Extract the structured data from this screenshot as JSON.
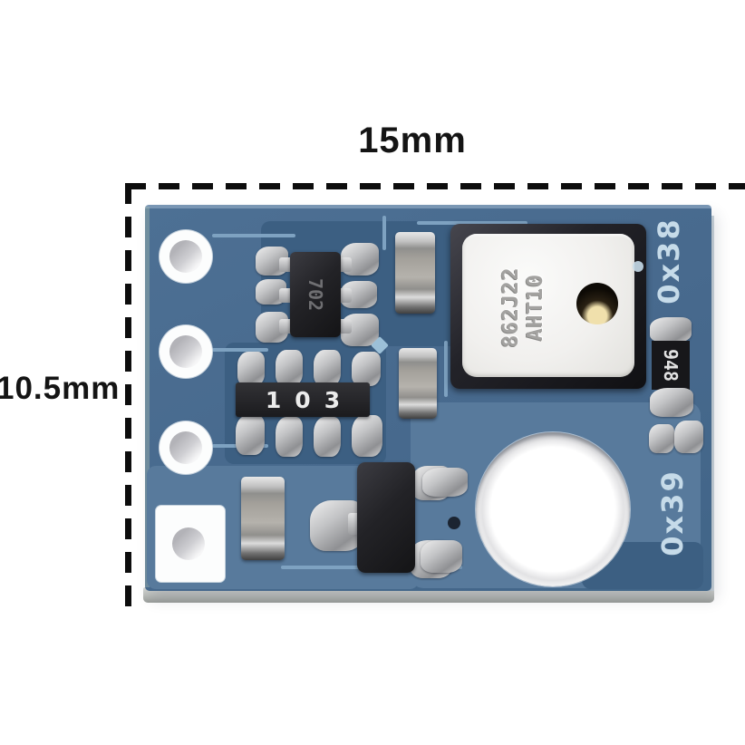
{
  "subject": "AHT10 digital temperature and humidity sensor PCB module, product photo with outer dimensions",
  "dimensions": {
    "width_label": "15mm",
    "height_label": "10.5mm"
  },
  "board": {
    "silkscreen": {
      "i2c_address_default": "0x38",
      "i2c_address_alt": "0x39"
    },
    "components": {
      "sensor": {
        "marking_line1": "862J22",
        "marking_line2": "AHT10",
        "type": "AHT10 sensor package, white body with vent hole"
      },
      "ic": {
        "marking": "702",
        "type": "SOT-23-6 regulator IC"
      },
      "resistor_network": {
        "marking": "103"
      },
      "resistor": {
        "marking": "948"
      }
    },
    "colors": {
      "pcb": "#47698d",
      "pcb_dark": "#3c5f82",
      "pcb_light": "#587a9c",
      "trace": "#7ea2c1",
      "silkscreen": "#c6dbe9",
      "dimension_lines": "#0d0d0d"
    }
  }
}
